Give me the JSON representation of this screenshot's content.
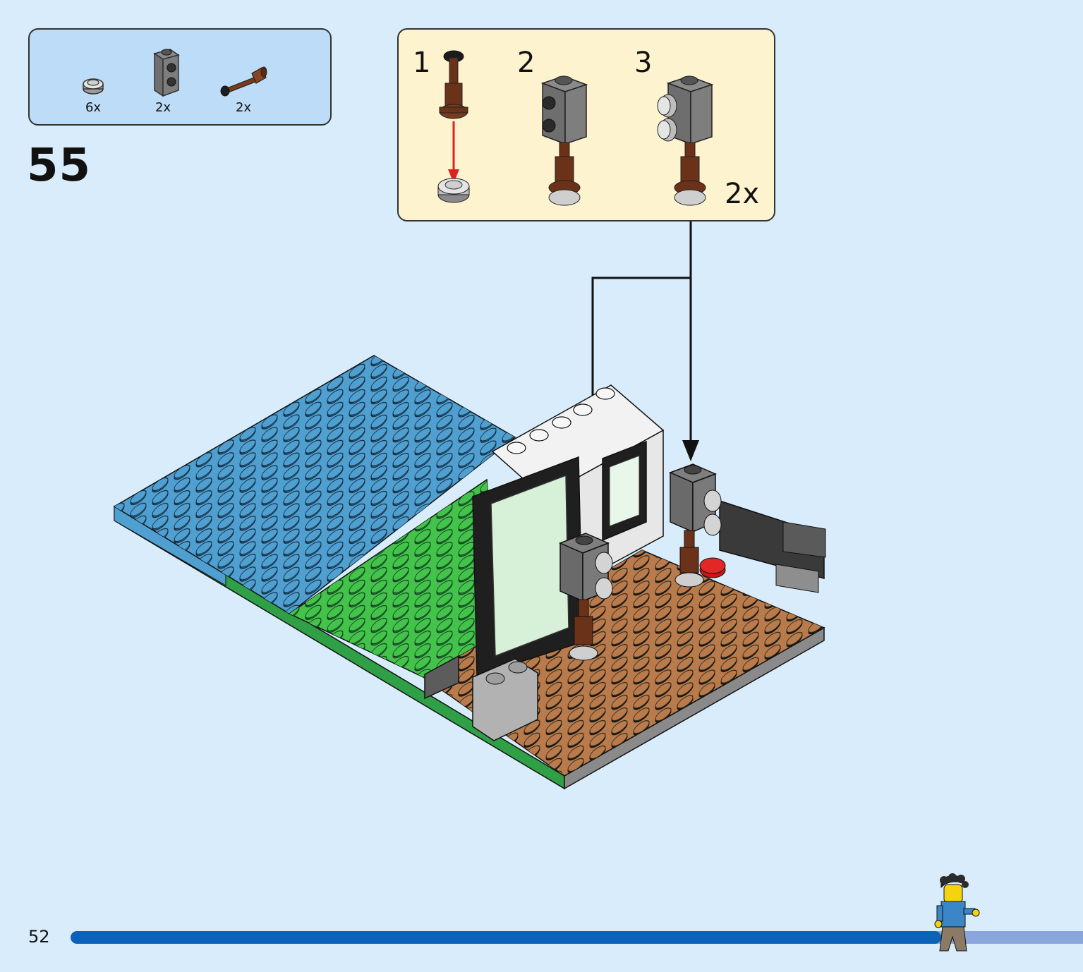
{
  "parts_list": [
    {
      "icon": "round-plate-1x1-light-grey-icon",
      "quantity": "6x"
    },
    {
      "icon": "brick-1x1-studs-on-side-dark-grey-icon",
      "quantity": "2x"
    },
    {
      "icon": "bar-with-stopper-reddish-brown-icon",
      "quantity": "2x"
    }
  ],
  "step_number": "55",
  "callout": {
    "sub_steps": [
      "1",
      "2",
      "3"
    ],
    "quantity": "2x"
  },
  "page_number": "52",
  "progress": 0.86,
  "colors": {
    "background": "#d8ecfb",
    "parts_box": "#bcdcf7",
    "callout_box": "#fdf3cf",
    "progress_fill": "#0a62b9",
    "progress_track": "#8aa6dc"
  }
}
